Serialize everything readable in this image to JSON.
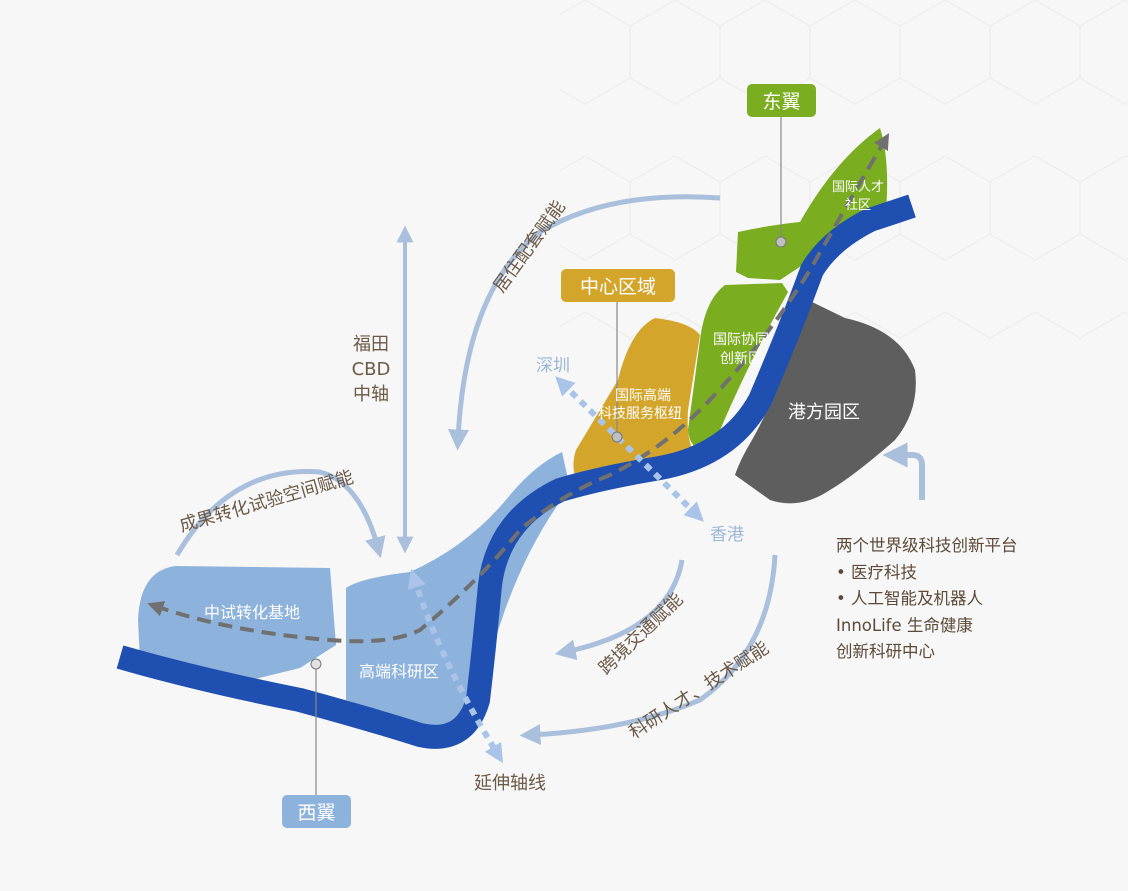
{
  "zones": {
    "east_wing": {
      "tag": "东翼",
      "talent_line1": "国际人才",
      "talent_line2": "社区",
      "collab_line1": "国际协同",
      "collab_line2": "创新区"
    },
    "center": {
      "tag": "中心区域",
      "hub_line1": "国际高端",
      "hub_line2": "科技服务枢纽"
    },
    "west_wing": {
      "tag": "西翼",
      "pilot": "中试转化基地",
      "research": "高端科研区"
    },
    "park": {
      "label": "港方园区"
    }
  },
  "cities": {
    "shenzhen": "深圳",
    "hongkong": "香港"
  },
  "axis": {
    "line1": "福田",
    "line2": "CBD",
    "line3": "中轴",
    "extension": "延伸轴线"
  },
  "flows": {
    "residential": "居住配套赋能",
    "achievement": "成果转化试验空间赋能",
    "transport": "跨境交通赋能",
    "talent_tech": "科研人才、技术赋能"
  },
  "platform": {
    "title": "两个世界级科技创新平台",
    "items": [
      "• 医疗科技",
      "• 人工智能及机器人"
    ],
    "innolife_line1": "InnoLife 生命健康",
    "innolife_line2": "创新科研中心"
  },
  "colors": {
    "river": "#1f4fb0",
    "green": "#7aad1f",
    "gold": "#d4a52b",
    "light_blue": "#8db2dc",
    "park_gray": "#5e5e5e",
    "arrow_blue": "#a9bfdb",
    "text_brown": "#6b5a48"
  }
}
